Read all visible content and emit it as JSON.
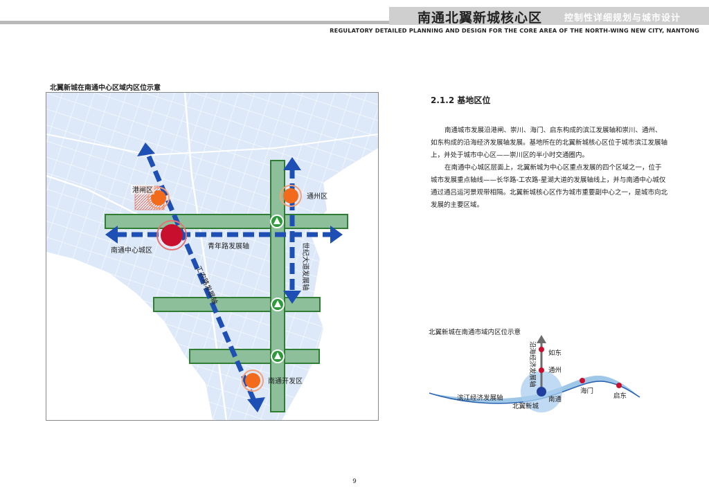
{
  "header": {
    "title": "南通北翼新城核心区",
    "subtitle": "控制性详细规划与城市设计",
    "english": "Regulatory detailed planning and design for the core area of the north-wing new city, Nantong"
  },
  "map1": {
    "caption": "北翼新城在南通中心区域内区位示意",
    "labels": {
      "gangzha": "港闸区",
      "tongzhou": "通州区",
      "center": "南通中心城区",
      "qingnian": "青年路发展轴",
      "shiji": "世纪大道发展轴",
      "gongnong": "工农路发展轴",
      "kaifa": "南通开发区"
    },
    "colors": {
      "land": "#dce8f8",
      "axis_blue": "#1e4fb4",
      "band_green": "#8dbf9b",
      "band_border": "#2e7d32",
      "node_orange": "#f26a1b",
      "node_red": "#c8102e"
    }
  },
  "section": {
    "title": "2.1.2 基地区位",
    "paragraphs": [
      "南通城市发展沿港闸、崇川、海门、启东构成的滨江发展轴和崇川、通州、如东构成的沿海经济发展轴发展。基地所在的北翼新城核心区位于城市滨江发展轴上，并处于城市中心区——崇川区的半小时交通圈内。",
      "在南通中心城区层面上，北翼新城为中心区重点发展的四个区域之一，位于城市发展重点轴线——长华路-工农路-星湖大道的发展轴线上，并与南通中心城仅通过通吕运河景观带相隔。北翼新城核心区作为城市重要副中心之一，是城市向北发展的主要区域。"
    ]
  },
  "map2": {
    "caption": "北翼新城在南通市域内区位示意",
    "labels": {
      "coastal_axis": "沿海经济发展轴",
      "rudong": "如东",
      "tongzhou": "通州",
      "binjiang_axis": "滨江经济发展轴",
      "nantong": "南通",
      "haimen": "海门",
      "qidong": "启东",
      "beiyi": "北翼新城"
    }
  },
  "page_number": "9"
}
